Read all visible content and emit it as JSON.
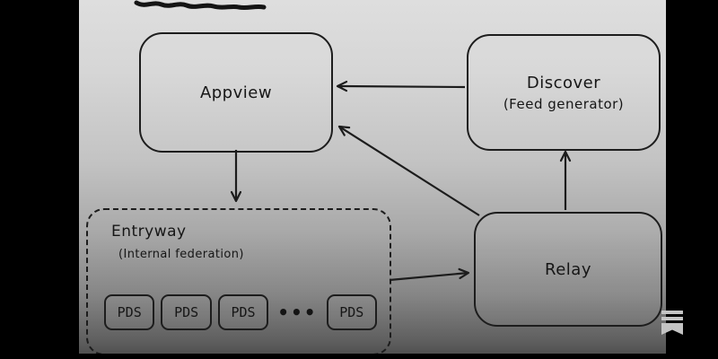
{
  "nodes": {
    "appview": {
      "label": "Appview"
    },
    "discover": {
      "line1": "Discover",
      "line2": "(Feed generator)"
    },
    "relay": {
      "label": "Relay"
    },
    "entryway": {
      "title": "Entryway",
      "subtitle": "(Internal federation)",
      "pds": [
        "PDS",
        "PDS",
        "PDS",
        "PDS"
      ],
      "ellipsis": "•••"
    }
  },
  "colors": {
    "stroke": "#1d1d1d",
    "background_top": "#dedede",
    "background_bottom": "#4a4a4a",
    "letterbox": "#000000",
    "logo": "#c4c4c4"
  },
  "watermark": {
    "icon": "substack-logo"
  }
}
